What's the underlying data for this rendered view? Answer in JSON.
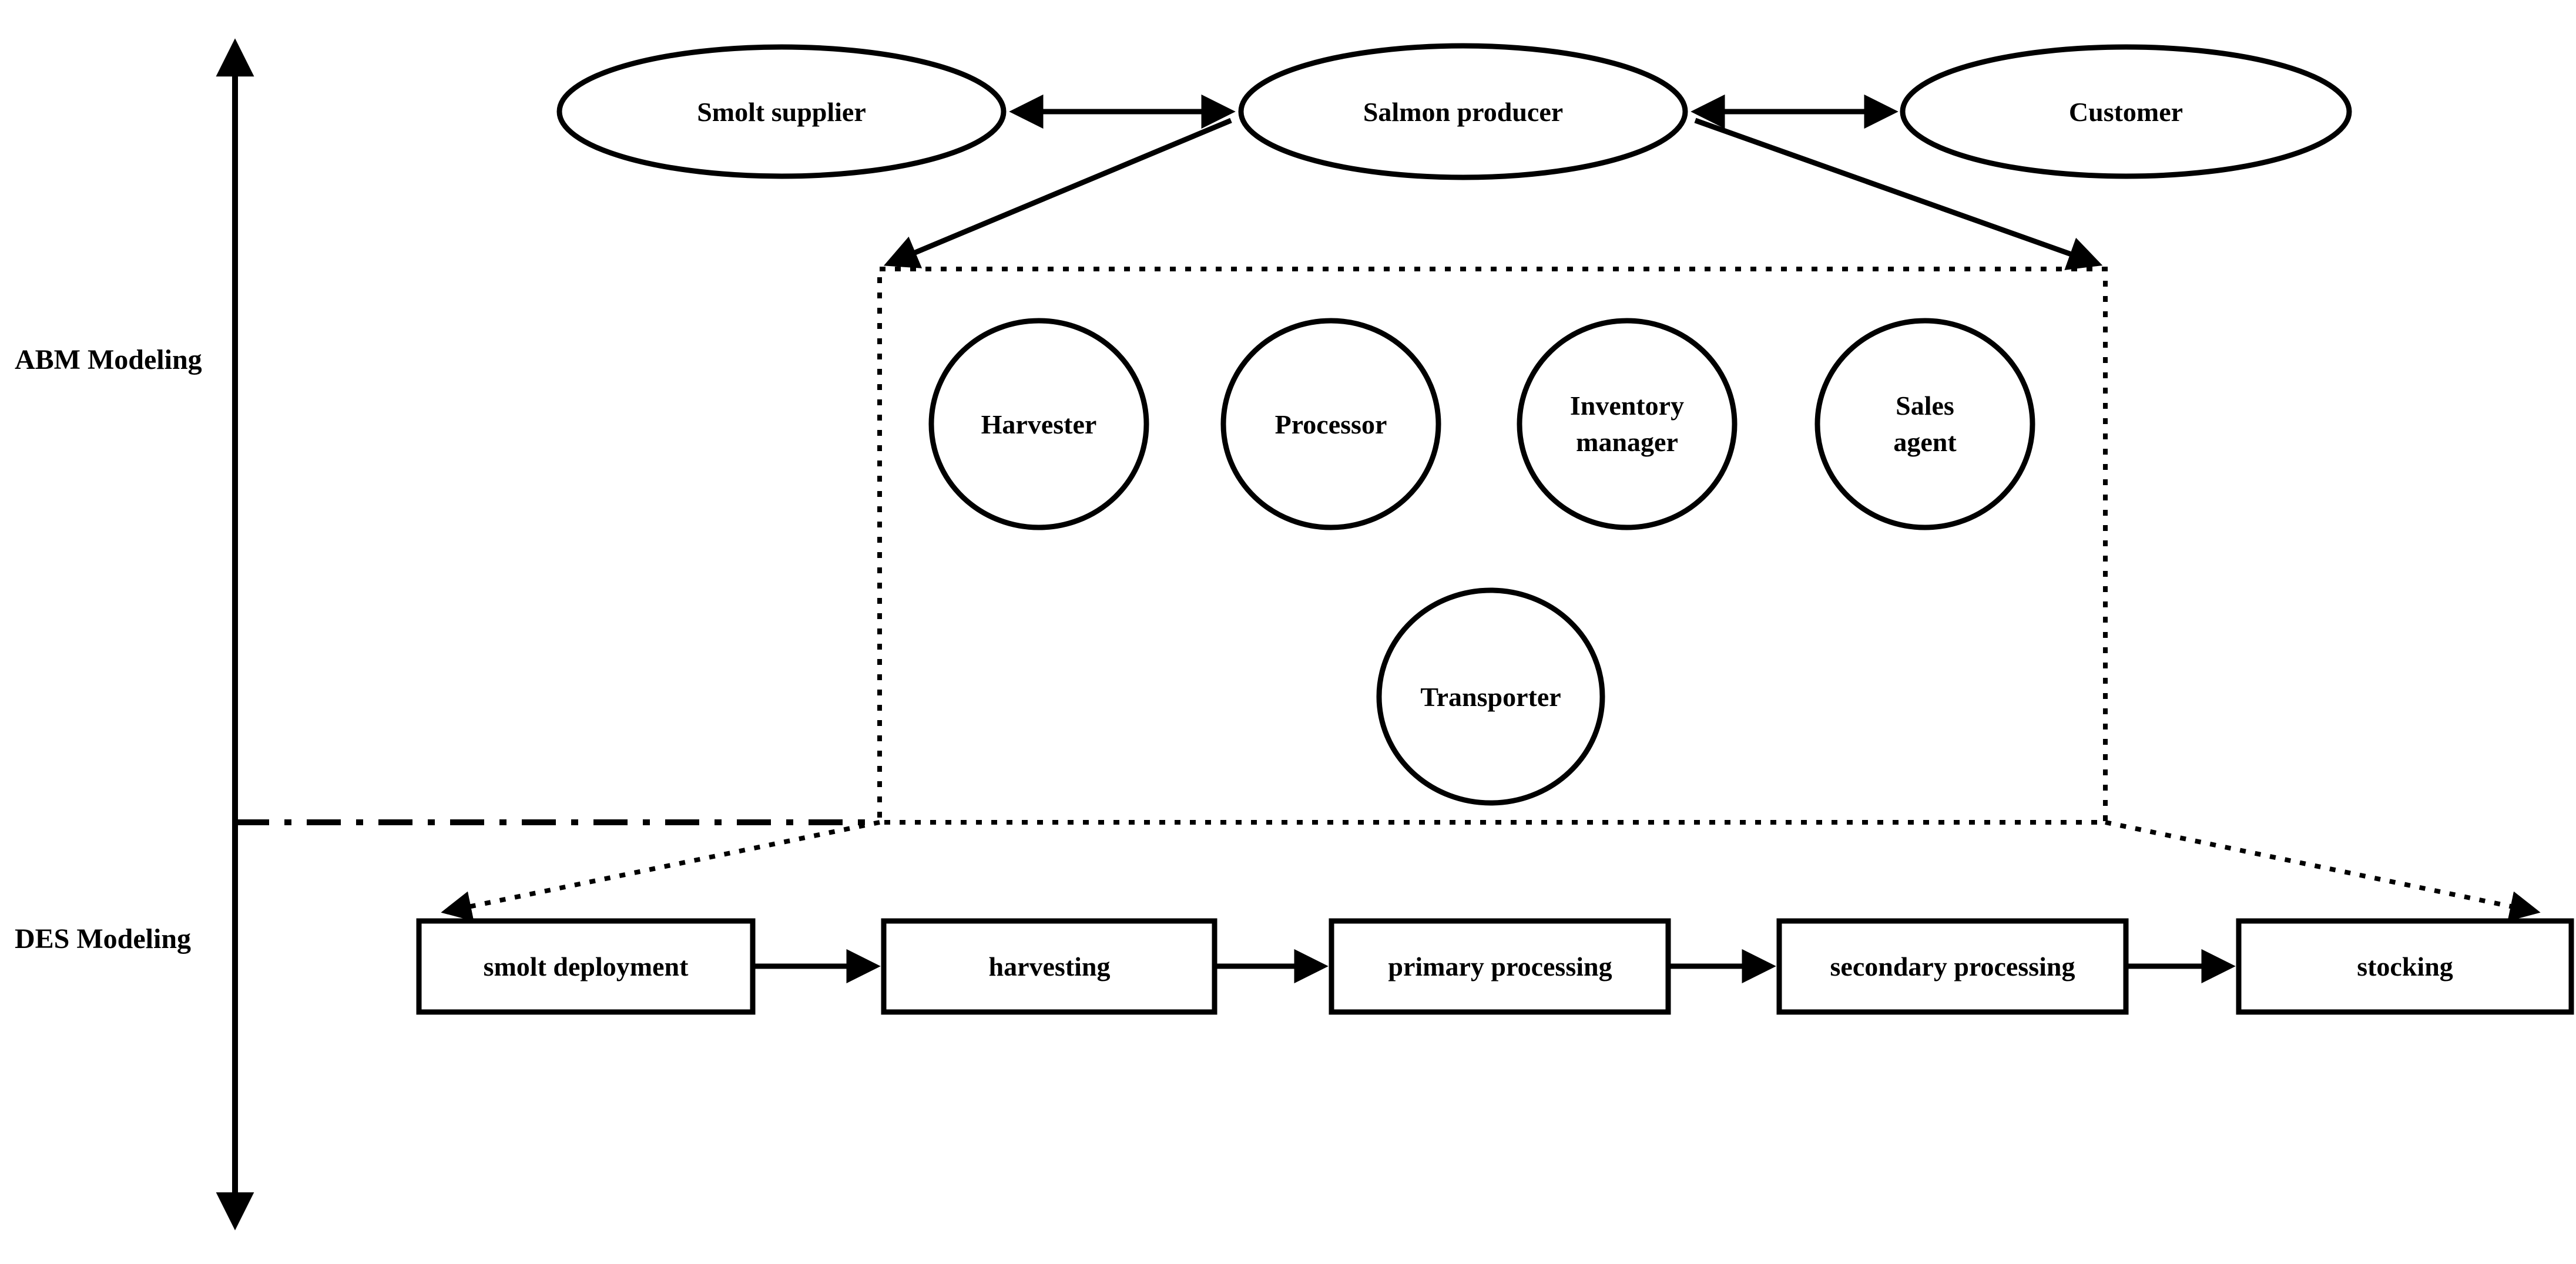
{
  "axis": {
    "abm_label": "ABM Modeling",
    "des_label": "DES Modeling"
  },
  "supply_chain": {
    "smolt_supplier": "Smolt supplier",
    "salmon_producer": "Salmon producer",
    "customer": "Customer"
  },
  "agents": {
    "harvester": "Harvester",
    "processor": "Processor",
    "inventory_manager": [
      "Inventory",
      "manager"
    ],
    "sales_agent": [
      "Sales",
      "agent"
    ],
    "transporter": "Transporter"
  },
  "processes": {
    "items": [
      "smolt deployment",
      "harvesting",
      "primary processing",
      "secondary processing",
      "stocking"
    ]
  },
  "colors": {
    "ink": "#000000",
    "background": "#ffffff"
  }
}
